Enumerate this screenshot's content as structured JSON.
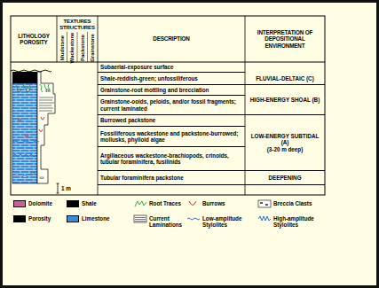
{
  "diagram": {
    "nodes": [
      {
        "text": [
          "LITHOLOGY POROSITY"
        ]
      },
      {
        "text": [
          "TEXTURES STRUCTURES",
          "Mudstone",
          "Wackestone",
          "Packstone",
          "Grainstone"
        ]
      },
      {
        "text": [
          "DESCRIPTION"
        ]
      },
      {
        "text": [
          "INTERPRETATION OF DEPOSITIONAL ENVIRONMENT"
        ]
      },
      {
        "text": [
          "Subaerial-exposure surface"
        ]
      },
      {
        "text": [
          "Shale-reddish-green; unfossiliferous"
        ]
      },
      {
        "text": [
          "FLUVIAL-DELTAIC (C)"
        ]
      },
      {
        "text": [
          "Grainstone-root mottling and brecciation"
        ]
      },
      {
        "text": [
          "Grainstone-ooids, peloids, and/or fossil fragments; current laminated"
        ]
      },
      {
        "text": [
          "HIGH-ENERGY SHOAL (B)"
        ]
      },
      {
        "text": [
          "Burrowed packstone"
        ]
      },
      {
        "text": [
          "Fossiliferous wackestone and packstone-burrowed; mollusks, phylloid algae"
        ]
      },
      {
        "text": [
          "Argillaceous wackestone-brachiopods, crinoids, tubular foraminifera, fusilinids"
        ]
      },
      {
        "text": [
          "LOW-ENERGY SUBTIDAL (A)",
          "(3-20 m deep)"
        ]
      },
      {
        "text": [
          "Tubular foraminifera packstone"
        ]
      },
      {
        "text": [
          "DEEPENING"
        ]
      }
    ],
    "labels": [
      "1 m"
    ],
    "legend": [
      {
        "text": "Dolomite",
        "color": "#c8609a"
      },
      {
        "text": "Shale",
        "color": "#000000"
      },
      {
        "text": "Root Traces"
      },
      {
        "text": "Burrows"
      },
      {
        "text": "Breccia Clasts"
      },
      {
        "text": "Porosity",
        "color": "#000000"
      },
      {
        "text": "Limestone",
        "color": "#3a8ed8"
      },
      {
        "text": "Current Laminations"
      },
      {
        "text": "Low-amplitude Stylolites"
      },
      {
        "text": "High-amplitude Stylolites"
      }
    ]
  }
}
